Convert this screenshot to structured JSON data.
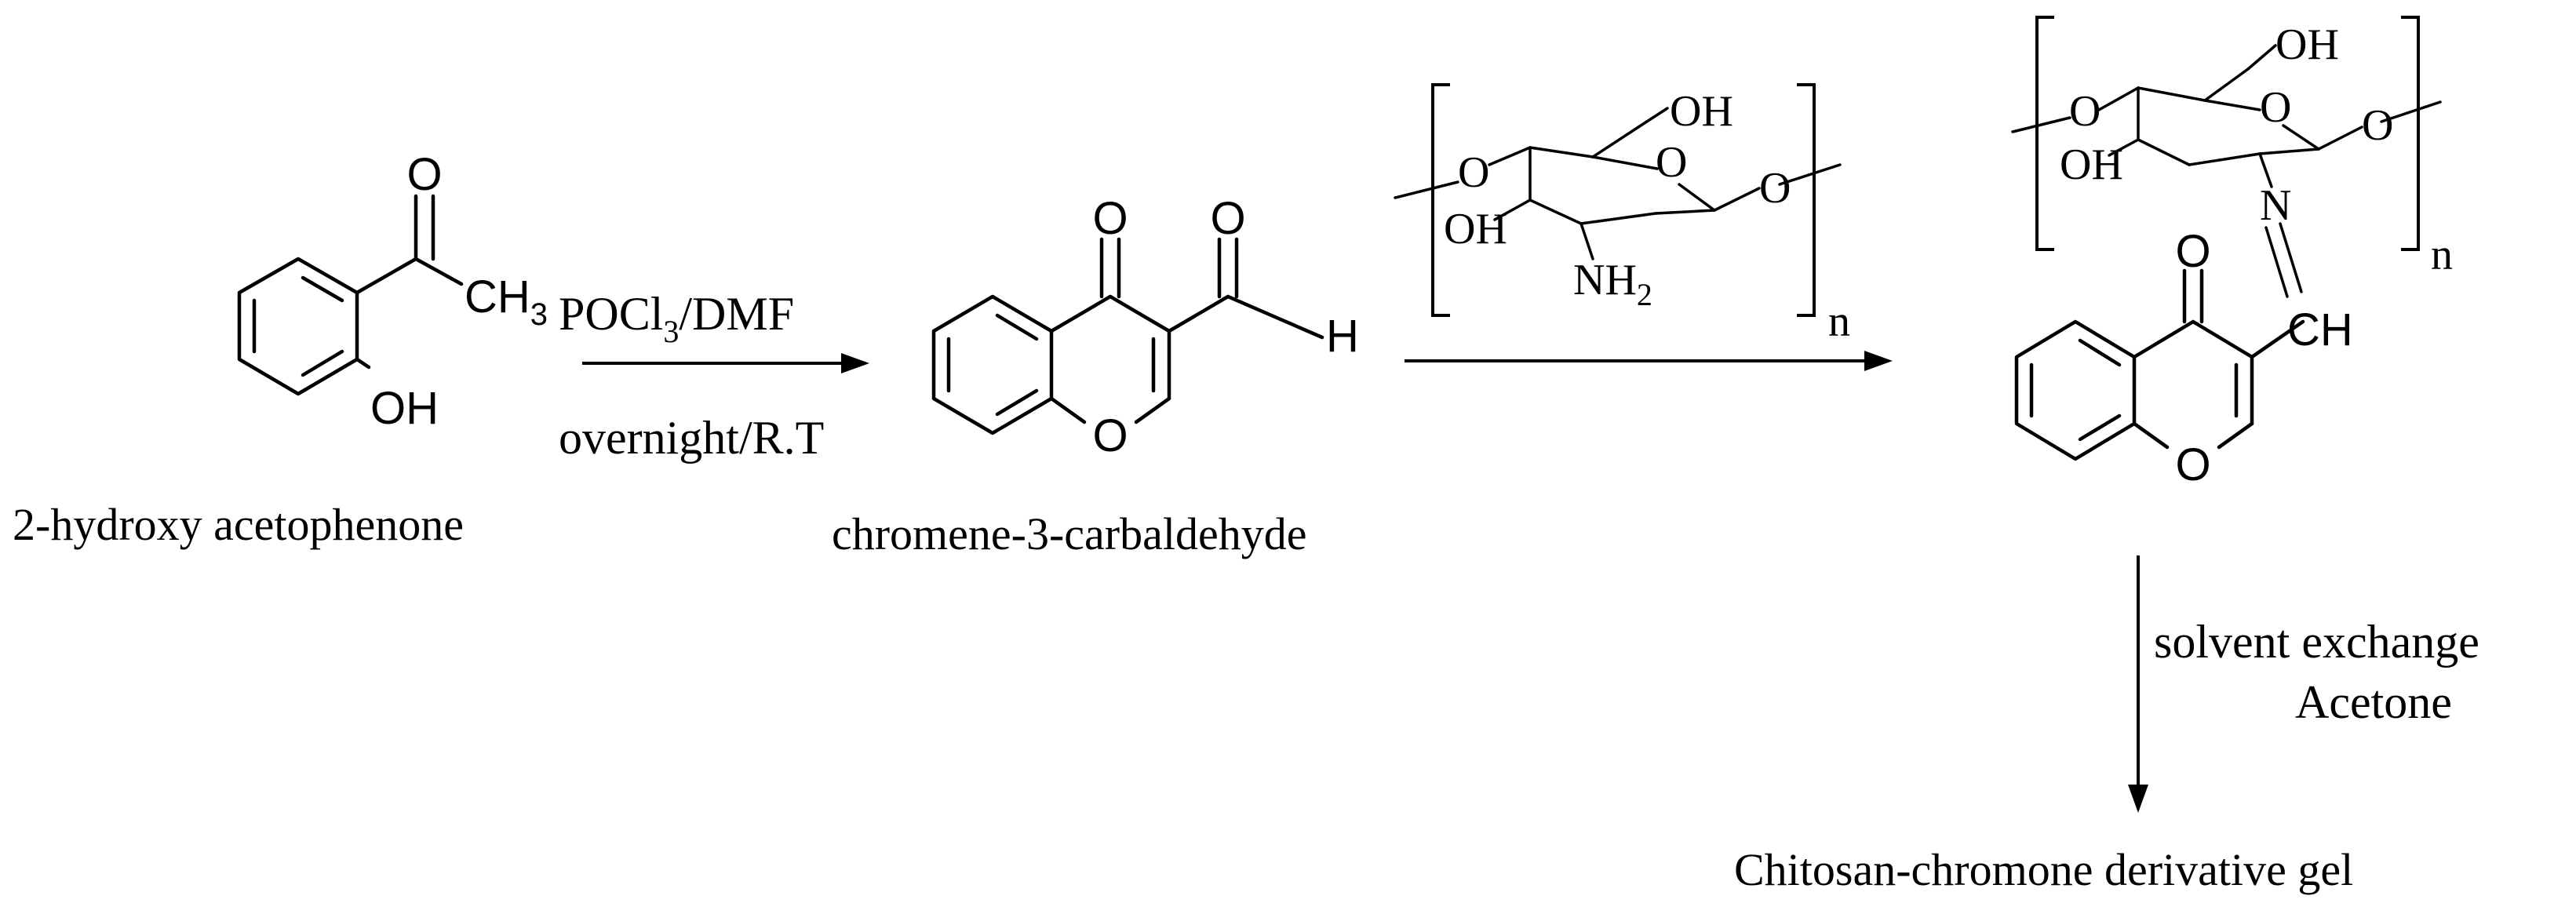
{
  "compounds": {
    "acetophenone": {
      "name": "2-hydroxy acetophenone",
      "labels": {
        "carbonyl_o": "O",
        "methyl": "CH",
        "methyl_sub": "3",
        "hydroxyl": "OH"
      }
    },
    "chromene": {
      "name": "chromene-3-carbaldehyde",
      "labels": {
        "ketone_o": "O",
        "aldehyde_o": "O",
        "aldehyde_h": "H",
        "ring_o": "O"
      }
    },
    "chitosan": {
      "labels": {
        "oh_top": "OH",
        "ring_o": "O",
        "o_right": "O",
        "o_left": "O",
        "oh_left": "OH",
        "nh": "NH",
        "nh_sub": "2",
        "repeat": "n"
      }
    },
    "product": {
      "labels": {
        "oh_top": "OH",
        "ring_o": "O",
        "o_right": "O",
        "o_left": "O",
        "oh_left": "OH",
        "imine_n": "N",
        "repeat": "n",
        "ketone_o": "O",
        "ch": "CH",
        "ring_o2": "O"
      }
    },
    "final": {
      "name": "Chitosan-chromone derivative gel"
    }
  },
  "steps": {
    "step1": {
      "reagent_top": "POCl",
      "reagent_top_sub": "3",
      "reagent_top_rest": "/DMF",
      "conditions": "overnight/R.T"
    },
    "step3": {
      "line1": "solvent exchange",
      "line2": "Acetone"
    }
  }
}
